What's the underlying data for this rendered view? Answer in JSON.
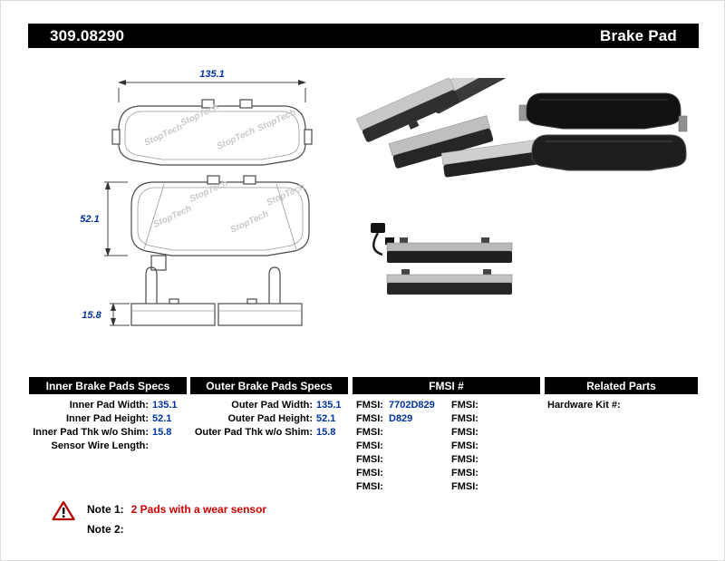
{
  "header": {
    "part_number": "309.08290",
    "product_name": "Brake Pad"
  },
  "diagram": {
    "watermark": "StopTech",
    "width_dim": "135.1",
    "height_dim": "52.1",
    "thickness_dim": "15.8"
  },
  "spec_table": {
    "inner": {
      "title": "Inner Brake Pads Specs",
      "rows": [
        {
          "label": "Inner Pad Width:",
          "value": "135.1"
        },
        {
          "label": "Inner Pad Height:",
          "value": "52.1"
        },
        {
          "label": "Inner Pad Thk w/o Shim:",
          "value": "15.8"
        },
        {
          "label": "Sensor Wire Length:",
          "value": ""
        }
      ]
    },
    "outer": {
      "title": "Outer Brake Pads Specs",
      "rows": [
        {
          "label": "Outer Pad Width:",
          "value": "135.1"
        },
        {
          "label": "Outer Pad Height:",
          "value": "52.1"
        },
        {
          "label": "Outer Pad Thk w/o Shim:",
          "value": "15.8"
        }
      ]
    },
    "fmsi": {
      "title": "FMSI #",
      "col1": [
        {
          "label": "FMSI:",
          "value": "7702D829"
        },
        {
          "label": "FMSI:",
          "value": "D829"
        },
        {
          "label": "FMSI:",
          "value": ""
        },
        {
          "label": "FMSI:",
          "value": ""
        },
        {
          "label": "FMSI:",
          "value": ""
        },
        {
          "label": "FMSI:",
          "value": ""
        },
        {
          "label": "FMSI:",
          "value": ""
        }
      ],
      "col2": [
        {
          "label": "FMSI:",
          "value": ""
        },
        {
          "label": "FMSI:",
          "value": ""
        },
        {
          "label": "FMSI:",
          "value": ""
        },
        {
          "label": "FMSI:",
          "value": ""
        },
        {
          "label": "FMSI:",
          "value": ""
        },
        {
          "label": "FMSI:",
          "value": ""
        },
        {
          "label": "FMSI:",
          "value": ""
        }
      ]
    },
    "related": {
      "title": "Related Parts",
      "rows": [
        {
          "label": "Hardware Kit #:",
          "value": ""
        }
      ]
    }
  },
  "notes": {
    "note1_label": "Note 1:",
    "note1_text": "2 Pads with a wear sensor",
    "note2_label": "Note 2:",
    "note2_text": ""
  },
  "colors": {
    "header_black": "#000000",
    "value_blue": "#0033a3",
    "note_red": "#cc0000"
  }
}
